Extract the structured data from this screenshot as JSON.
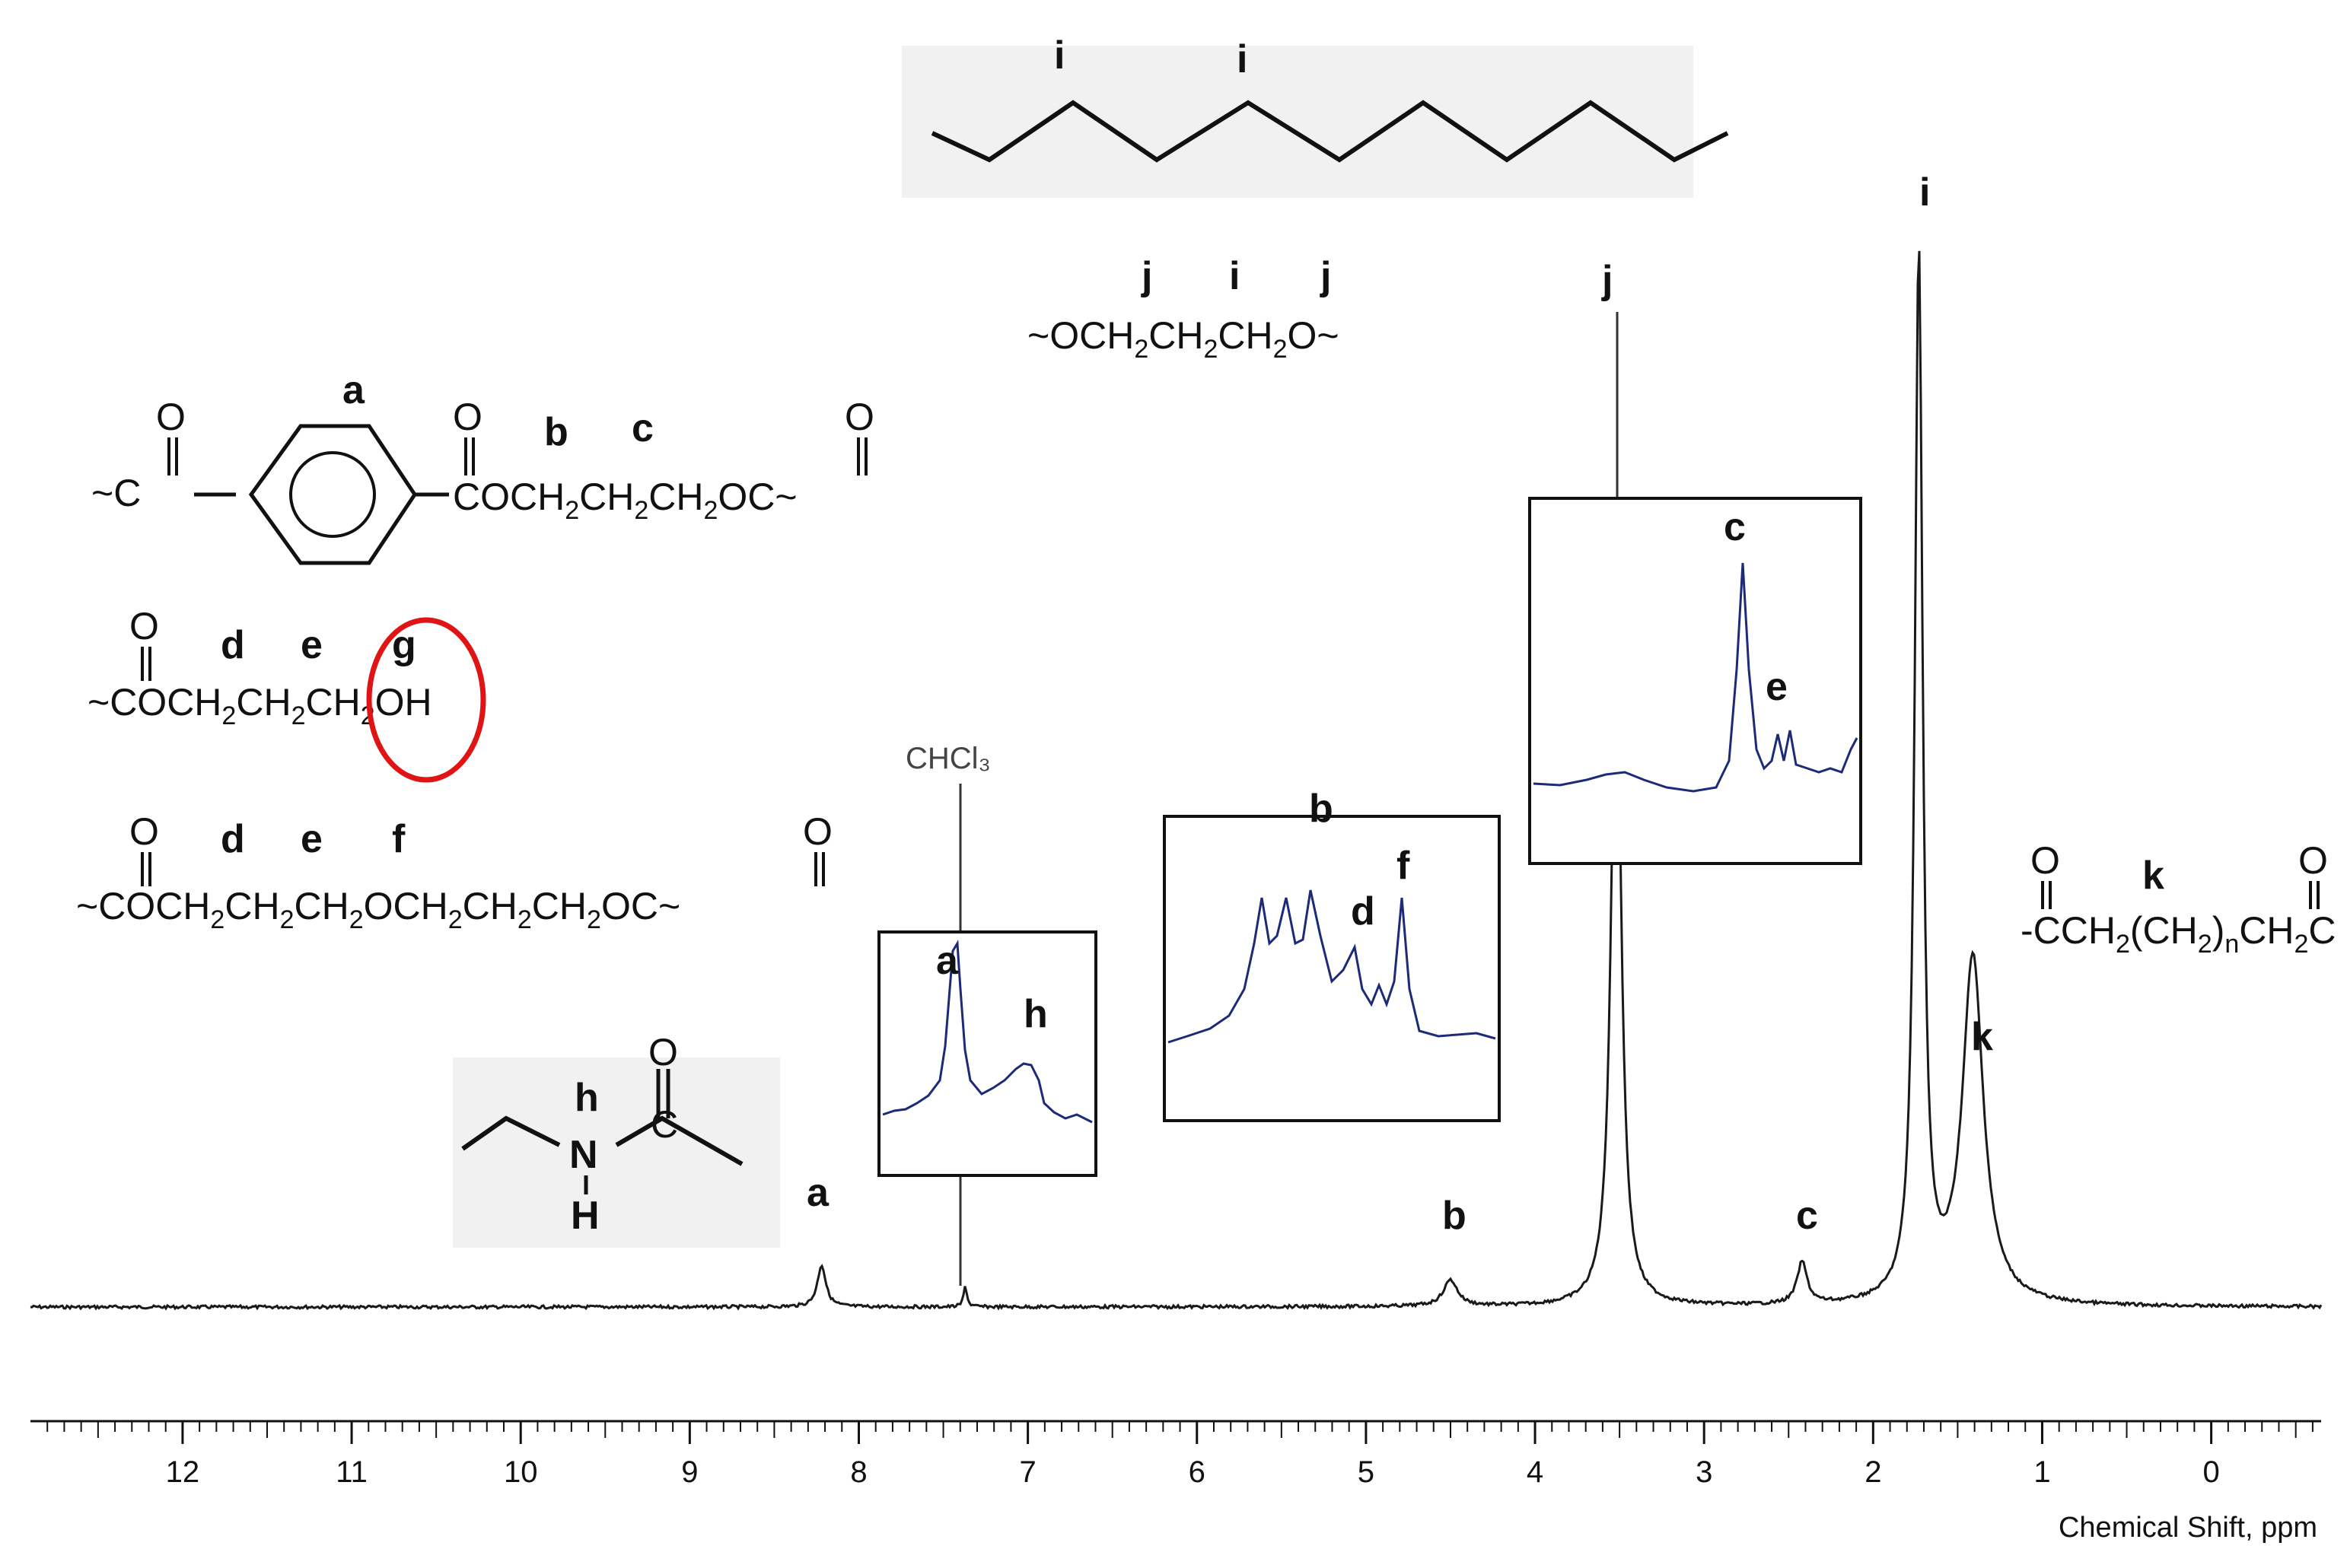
{
  "chart_data": {
    "type": "line",
    "title": "",
    "xlabel": "Chemical Shift, ppm",
    "ylabel": "",
    "xlim": [
      12.9,
      -0.65
    ],
    "x_reversed": true,
    "x_ticks": [
      "12",
      "11",
      "10",
      "9",
      "8",
      "7",
      "6",
      "5",
      "4",
      "3",
      "2",
      "1",
      "0"
    ],
    "grid": false,
    "solvent_label": "CHCl₃",
    "peaks": [
      {
        "label": "a",
        "shift": 8.22,
        "intensity": 0.04
      },
      {
        "label": "CHCl₃",
        "shift": 7.37,
        "intensity": 0.02
      },
      {
        "label": "b",
        "shift": 4.5,
        "intensity": 0.025
      },
      {
        "label": "j",
        "shift": 3.52,
        "intensity": 0.66
      },
      {
        "label": "c",
        "shift": 2.42,
        "intensity": 0.04
      },
      {
        "label": "i",
        "shift": 1.73,
        "intensity": 1.0
      },
      {
        "label": "k",
        "shift": 1.41,
        "intensity": 0.33
      }
    ],
    "insets": [
      {
        "labels": [
          "a",
          "h"
        ]
      },
      {
        "labels": [
          "b",
          "d",
          "f"
        ]
      },
      {
        "labels": [
          "c",
          "e"
        ]
      }
    ]
  },
  "structures": {
    "alkane_labels": [
      "i",
      "i"
    ],
    "ether_labels": [
      "j",
      "i",
      "j"
    ],
    "terephthalate_labels": [
      "a",
      "b",
      "c"
    ],
    "hydroxyl_labels": [
      "d",
      "e",
      "g"
    ],
    "ether_ester_labels": [
      "d",
      "e",
      "f"
    ],
    "amide_labels": [
      "h"
    ],
    "amide_atoms": [
      "N",
      "H",
      "C",
      "O"
    ],
    "acid_label": "k",
    "circle_color": "#e01414"
  },
  "colors": {
    "spectrum": "#1a1a1a",
    "inset_trace": "#1c2a78",
    "highlight": "#e01414"
  }
}
